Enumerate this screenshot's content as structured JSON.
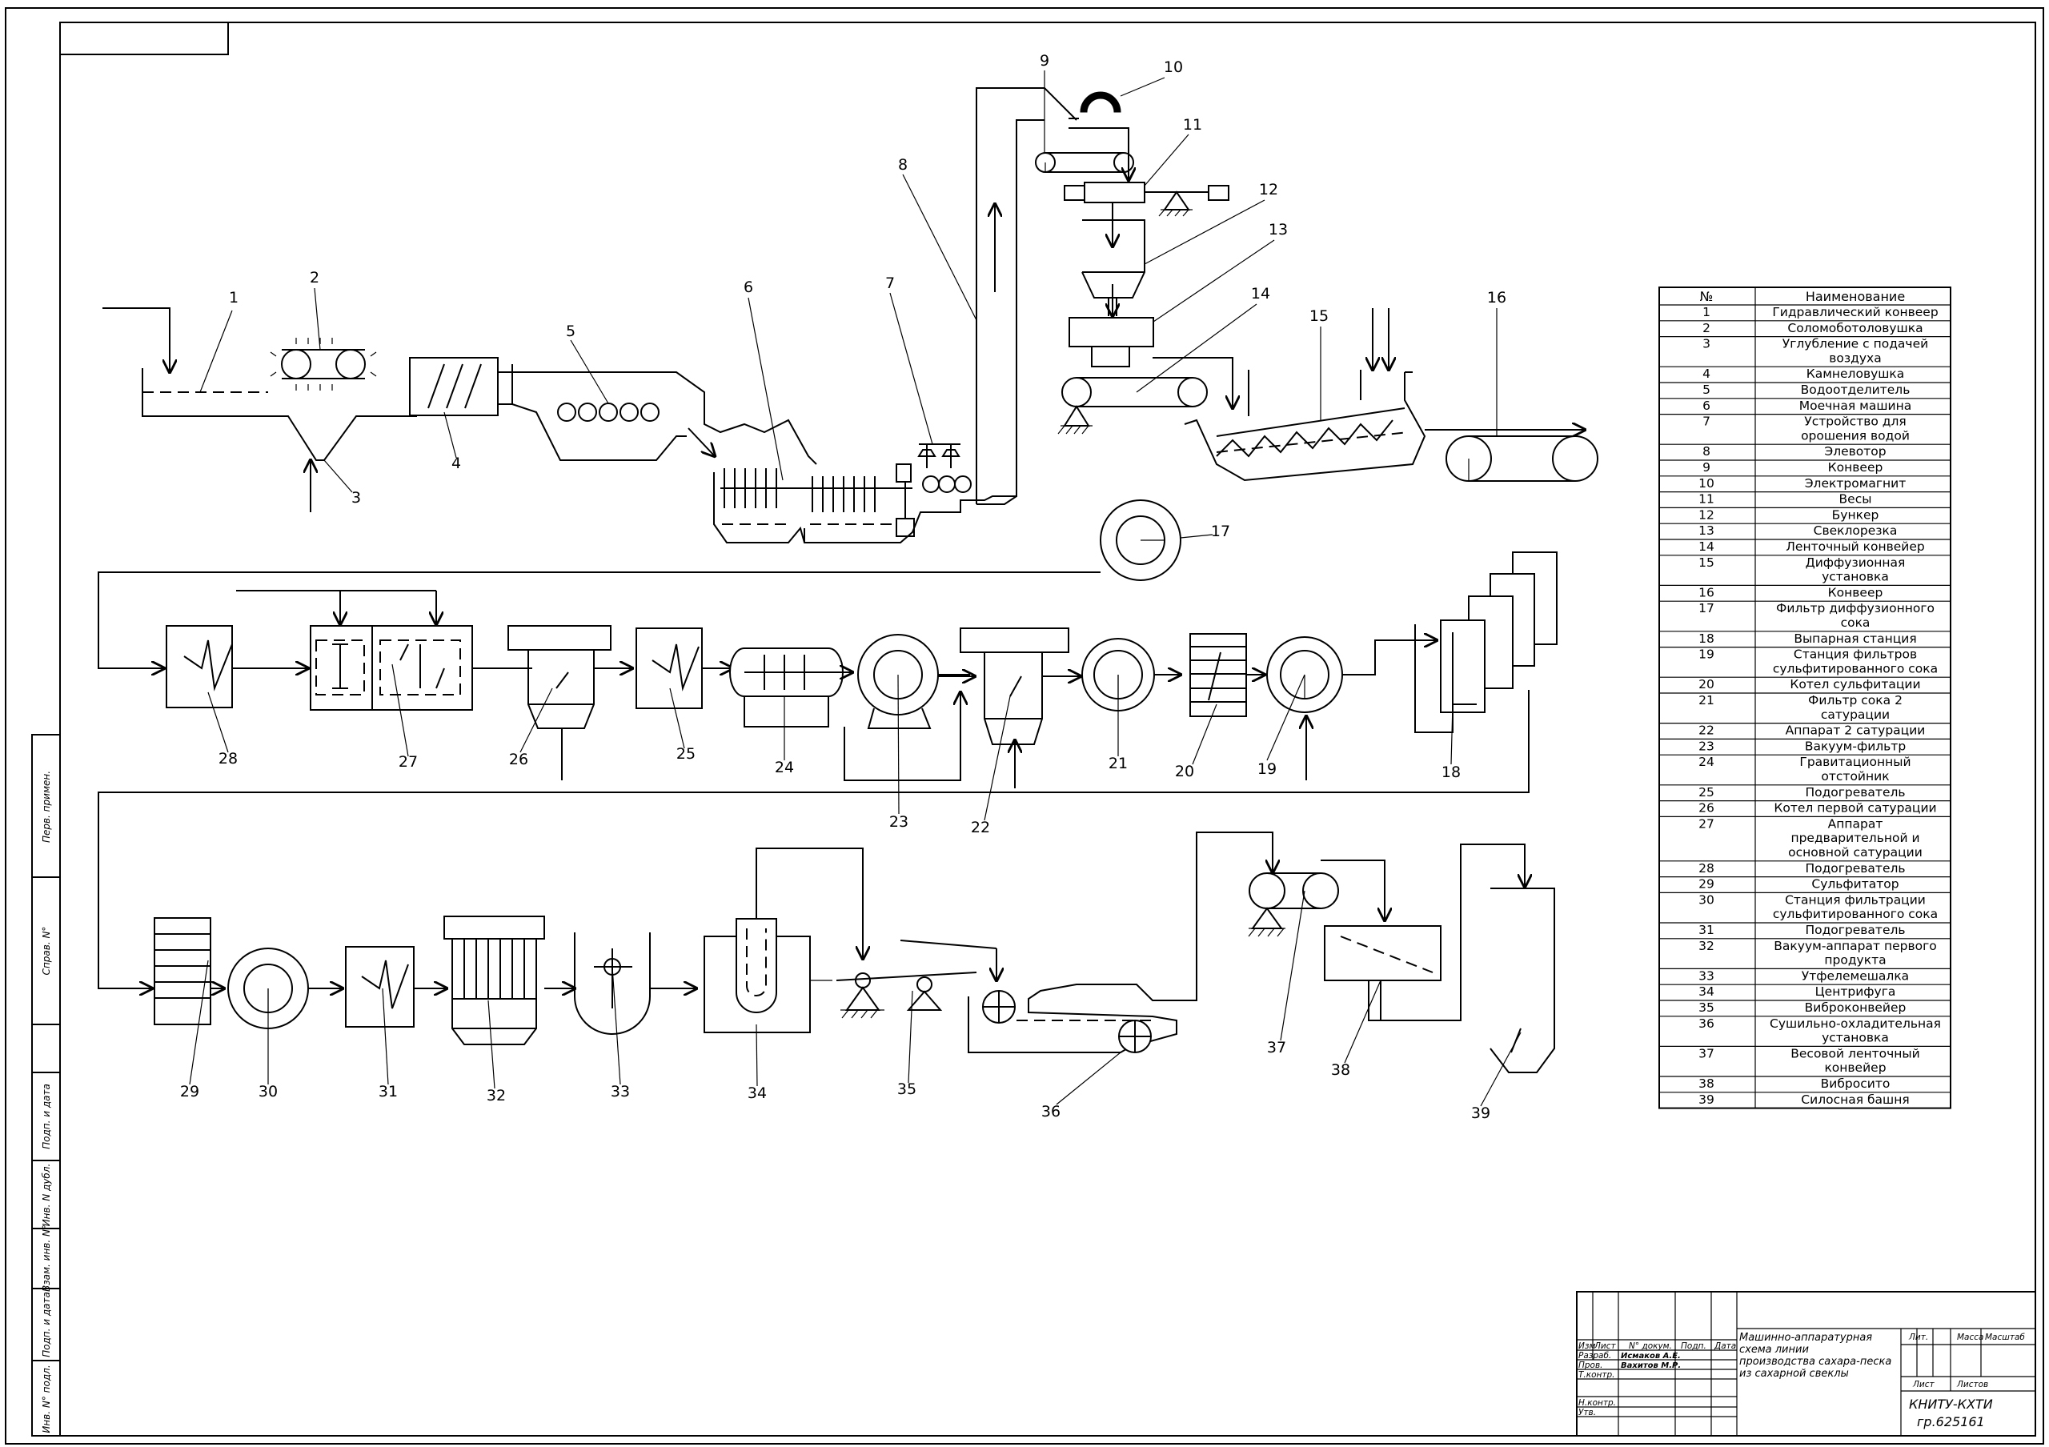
{
  "legend": {
    "header_number": "№",
    "header_name": "Наименование",
    "rows": [
      {
        "n": "1",
        "name": [
          "Гидравлический конвеер"
        ]
      },
      {
        "n": "2",
        "name": [
          "Соломоботоловушка"
        ]
      },
      {
        "n": "3",
        "name": [
          "Углубление с подачей",
          "воздуха"
        ]
      },
      {
        "n": "4",
        "name": [
          "Камнеловушка"
        ]
      },
      {
        "n": "5",
        "name": [
          "Водоотделитель"
        ]
      },
      {
        "n": "6",
        "name": [
          "Моечная машина"
        ]
      },
      {
        "n": "7",
        "name": [
          "Устройство для",
          "орошения водой"
        ]
      },
      {
        "n": "8",
        "name": [
          "Элевотор"
        ]
      },
      {
        "n": "9",
        "name": [
          "Конвеер"
        ]
      },
      {
        "n": "10",
        "name": [
          "Электромагнит"
        ]
      },
      {
        "n": "11",
        "name": [
          "Весы"
        ]
      },
      {
        "n": "12",
        "name": [
          "Бункер"
        ]
      },
      {
        "n": "13",
        "name": [
          "Свеклорезка"
        ]
      },
      {
        "n": "14",
        "name": [
          "Ленточный конвейер"
        ]
      },
      {
        "n": "15",
        "name": [
          "Диффузионная",
          "установка"
        ]
      },
      {
        "n": "16",
        "name": [
          "Конвеер"
        ]
      },
      {
        "n": "17",
        "name": [
          "Фильтр диффузионного",
          "сока"
        ]
      },
      {
        "n": "18",
        "name": [
          "Выпарная станция"
        ]
      },
      {
        "n": "19",
        "name": [
          "Станция фильтров",
          "сульфитированного сока"
        ]
      },
      {
        "n": "20",
        "name": [
          "Котел сульфитации"
        ]
      },
      {
        "n": "21",
        "name": [
          "Фильтр сока 2",
          "сатурации"
        ]
      },
      {
        "n": "22",
        "name": [
          "Аппарат 2 сатурации"
        ]
      },
      {
        "n": "23",
        "name": [
          "Вакуум-фильтр"
        ]
      },
      {
        "n": "24",
        "name": [
          "Гравитационный",
          "отстойник"
        ]
      },
      {
        "n": "25",
        "name": [
          "Подогреватель"
        ]
      },
      {
        "n": "26",
        "name": [
          "Котел первой сатурации"
        ]
      },
      {
        "n": "27",
        "name": [
          "Аппарат",
          "предварительной и",
          "основной сатурации"
        ]
      },
      {
        "n": "28",
        "name": [
          "Подогреватель"
        ]
      },
      {
        "n": "29",
        "name": [
          "Сульфитатор"
        ]
      },
      {
        "n": "30",
        "name": [
          "Станция фильтрации",
          "сульфитированного сока"
        ]
      },
      {
        "n": "31",
        "name": [
          "Подогреватель"
        ]
      },
      {
        "n": "32",
        "name": [
          "Вакуум-аппарат первого",
          "продукта"
        ]
      },
      {
        "n": "33",
        "name": [
          "Утфелемешалка"
        ]
      },
      {
        "n": "34",
        "name": [
          "Центрифуга"
        ]
      },
      {
        "n": "35",
        "name": [
          "Виброконвейер"
        ]
      },
      {
        "n": "36",
        "name": [
          "Сушильно-охладительная",
          "установка"
        ]
      },
      {
        "n": "37",
        "name": [
          "Весовой ленточный",
          "конвейер"
        ]
      },
      {
        "n": "38",
        "name": [
          "Вибросито"
        ]
      },
      {
        "n": "39",
        "name": [
          "Силосная башня"
        ]
      }
    ]
  },
  "title_block": {
    "col_headers": [
      "Изм",
      "Лист",
      "N° докум.",
      "Подп.",
      "Дата"
    ],
    "roles": [
      "Разраб.",
      "Пров.",
      "Т.контр.",
      "",
      "Н.контр.",
      "Утв."
    ],
    "names": [
      "Исмаков А.Е.",
      "Вахитов М.Р."
    ],
    "title": [
      "Машинно-аппаратурная",
      "схема линии",
      "производства сахара-песка",
      "из сахарной свеклы"
    ],
    "lit_headers": [
      "Лит.",
      "Масса",
      "Масштаб"
    ],
    "sheet_labels": [
      "Лист",
      "Листов"
    ],
    "org": [
      "КНИТУ-КХТИ",
      "гр.625161"
    ]
  },
  "side_stamp": [
    "Перв. примен.",
    "Справ. N°",
    "Подп. и дата",
    "Инв. N дубл.",
    "Взам. инв. N°",
    "Подп. и дата",
    "Инв. N° подл."
  ]
}
